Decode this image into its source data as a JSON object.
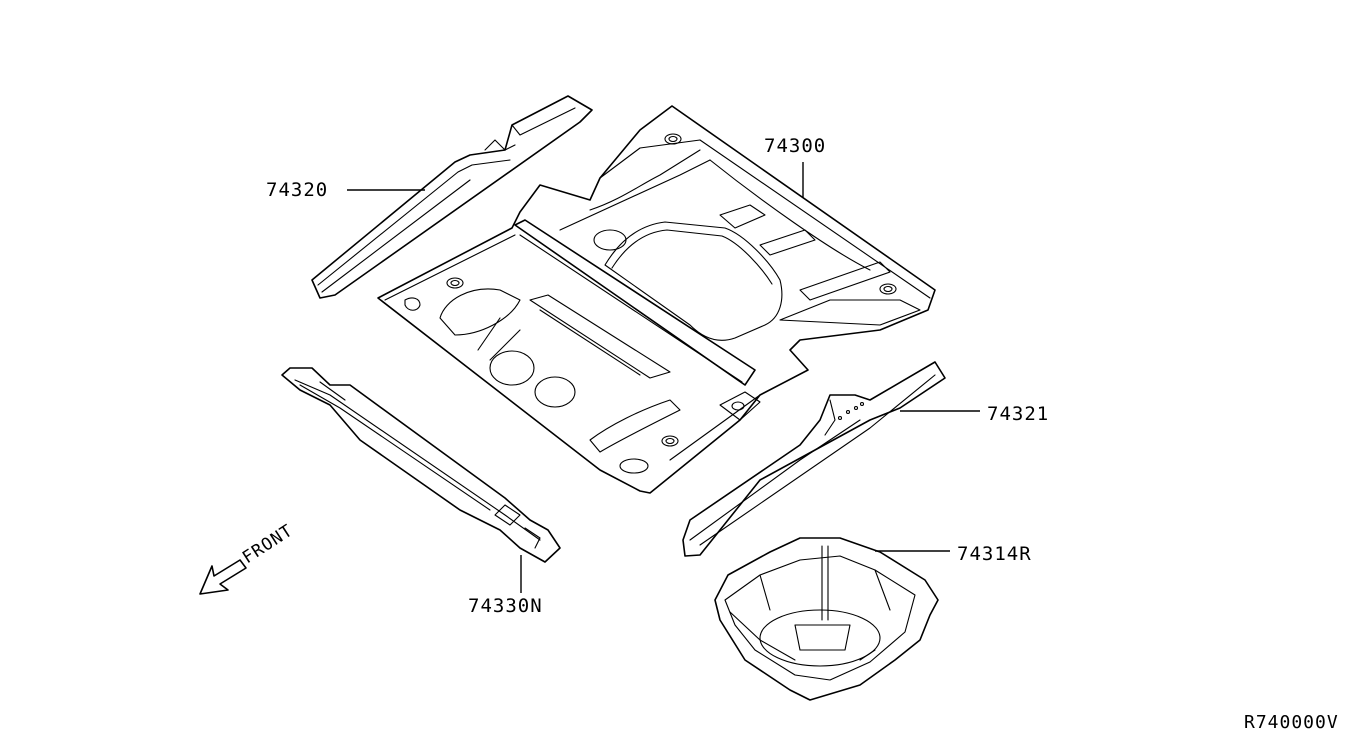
{
  "parts": [
    {
      "id": "rear-floor-panel",
      "label": "74300"
    },
    {
      "id": "rear-floor-side-member-lh",
      "label": "74320"
    },
    {
      "id": "rear-floor-side-member-rh",
      "label": "74321"
    },
    {
      "id": "rear-floor-cross-member",
      "label": "74330N"
    },
    {
      "id": "spare-tire-well",
      "label": "74314R"
    }
  ],
  "direction": {
    "label": "FRONT",
    "icon": "arrow-icon"
  },
  "diagram_code": "R740000V"
}
